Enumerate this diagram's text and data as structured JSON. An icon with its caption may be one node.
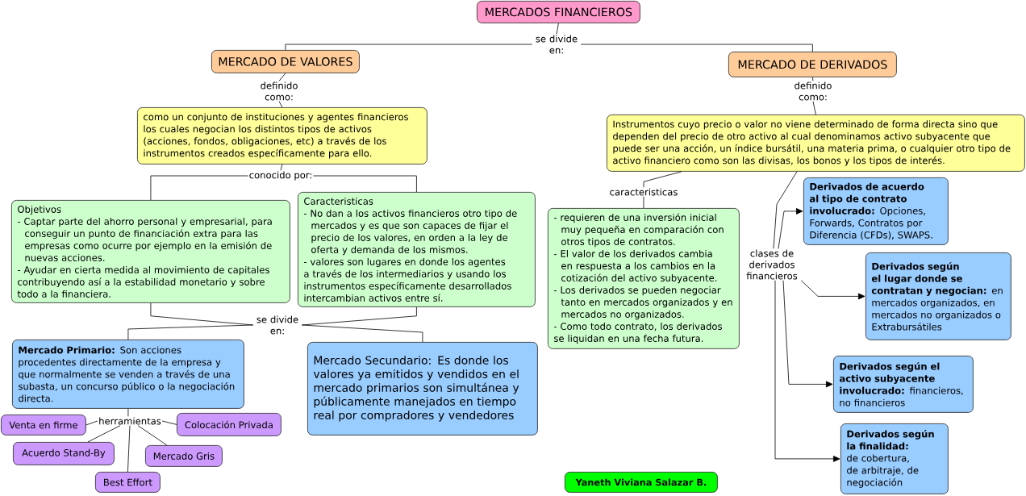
{
  "diagram": {
    "nodes": [
      {
        "text": [
          "MERCADOS FINANCIEROS"
        ]
      },
      {
        "text": [
          "se divide en:"
        ]
      },
      {
        "text": [
          "MERCADO DE VALORES"
        ]
      },
      {
        "text": [
          "MERCADO DE DERIVADOS"
        ]
      },
      {
        "text": [
          "definido como:"
        ]
      },
      {
        "text": [
          "definido como:"
        ]
      },
      {
        "text": [
          "como un conjunto de instituciones y agentes financieros los cuales negocian los distintos tipos de activos (acciones, fondos, obligaciones, etc) a través de los instrumentos creados específicamente para ello."
        ]
      },
      {
        "text": [
          "Instrumentos cuyo precio o valor no viene determinado de forma directa sino que dependen del precio de otro activo al cual denominamos activo subyacente que puede ser una acción, un índice bursátil, una materia prima, o cualquier otro tipo de activo financiero como son las divisas, los bonos y los tipos de interés."
        ]
      },
      {
        "text": [
          "conocido por:"
        ]
      },
      {
        "text": [
          "caracteristicas"
        ]
      },
      {
        "text": [
          "Objetivos",
          "- Captar parte del ahorro personal y empresarial, para conseguir un punto de financiación extra para las empresas como ocurre por ejemplo en la emisión de nuevas acciones.",
          "- Ayudar en cierta medida al movimiento de capitales contribuyendo así a la estabilidad monetario y sobre todo a la financiera."
        ]
      },
      {
        "text": [
          "Caracteristicas",
          "- No dan a los activos financieros otro tipo de mercados y es que son capaces de fijar el precio de los valores, en orden a la ley de oferta y demanda de los mismos.",
          "- valores son lugares en donde los agentes a través de los intermediarios y usando los instrumentos específicamente desarrollados intercambian activos entre sí."
        ]
      },
      {
        "text": [
          "- requieren de una inversión inicial muy pequeña en comparación con otros tipos de contratos.",
          "- El valor de los derivados cambia en respuesta a los cambios en la cotización del activo subyacente.",
          "- Los derivados se pueden negociar tanto en mercados organizados y en mercados no organizados.",
          "- Como todo contrato, los derivados se liquidan en una fecha futura."
        ]
      },
      {
        "text": [
          "**Derivados de acuerdo al tipo de contrato involucrado:** Opciones, Forwards, Contratos por Diferencia (CFDs), SWAPS."
        ]
      },
      {
        "text": [
          "clases de derivados financieros"
        ]
      },
      {
        "text": [
          "**Derivados según el lugar donde se contratan y negocian:** en mercados organizados, en mercados no organizados o Extrabursátiles"
        ]
      },
      {
        "text": [
          "se divide en:"
        ]
      },
      {
        "text": [
          "**Mercado Primario:** Son acciones procedentes directamente de la empresa y que normalmente se venden a través de una subasta, un concurso público o la negociación directa."
        ]
      },
      {
        "text": [
          "Mercado Secundario: Es donde los valores ya emitidos y vendidos en el mercado primarios son simultánea y públicamente manejados en tiempo real por compradores y vendedores"
        ]
      },
      {
        "text": [
          "**Derivados según el activo subyacente involucrado:** financieros, no financieros"
        ]
      },
      {
        "text": [
          "herramientas"
        ]
      },
      {
        "text": [
          "Venta en firme"
        ]
      },
      {
        "text": [
          "Colocación Privada"
        ]
      },
      {
        "text": [
          "**Derivados según la finalidad:** de cobertura, de arbitraje, de negociación"
        ]
      },
      {
        "text": [
          "Acuerdo Stand-By"
        ]
      },
      {
        "text": [
          "Mercado Gris"
        ]
      },
      {
        "text": [
          "Best Effort"
        ]
      },
      {
        "text": [
          "Yaneth Viviana Salazar B."
        ]
      }
    ],
    "edges": [
      {
        "from": 0,
        "to": 1,
        "arrow": "none"
      },
      {
        "from": 1,
        "to": 2,
        "arrow": "none"
      },
      {
        "from": 1,
        "to": 3,
        "arrow": "none"
      },
      {
        "from": 2,
        "to": 4,
        "arrow": "none"
      },
      {
        "from": 4,
        "to": 6,
        "arrow": "none"
      },
      {
        "from": 3,
        "to": 5,
        "arrow": "none"
      },
      {
        "from": 5,
        "to": 7,
        "arrow": "none"
      },
      {
        "from": 6,
        "to": 8,
        "arrow": "none"
      },
      {
        "from": 8,
        "to": 10,
        "arrow": "none"
      },
      {
        "from": 8,
        "to": 11,
        "arrow": "none"
      },
      {
        "from": 10,
        "to": 16,
        "arrow": "none"
      },
      {
        "from": 11,
        "to": 16,
        "arrow": "none"
      },
      {
        "from": 16,
        "to": 17,
        "arrow": "none"
      },
      {
        "from": 16,
        "to": 18,
        "arrow": "none"
      },
      {
        "from": 7,
        "to": 9,
        "arrow": "none"
      },
      {
        "from": 9,
        "to": 12,
        "arrow": "none"
      },
      {
        "from": 7,
        "to": 14,
        "arrow": "none"
      },
      {
        "from": 14,
        "to": 13,
        "arrow": "to"
      },
      {
        "from": 14,
        "to": 15,
        "arrow": "to"
      },
      {
        "from": 14,
        "to": 19,
        "arrow": "to"
      },
      {
        "from": 14,
        "to": 23,
        "arrow": "to"
      },
      {
        "from": 17,
        "to": 20,
        "arrow": "none"
      },
      {
        "from": 20,
        "to": 21,
        "arrow": "none"
      },
      {
        "from": 20,
        "to": 22,
        "arrow": "none"
      },
      {
        "from": 20,
        "to": 24,
        "arrow": "none"
      },
      {
        "from": 20,
        "to": 25,
        "arrow": "none"
      },
      {
        "from": 20,
        "to": 26,
        "arrow": "none"
      }
    ]
  }
}
